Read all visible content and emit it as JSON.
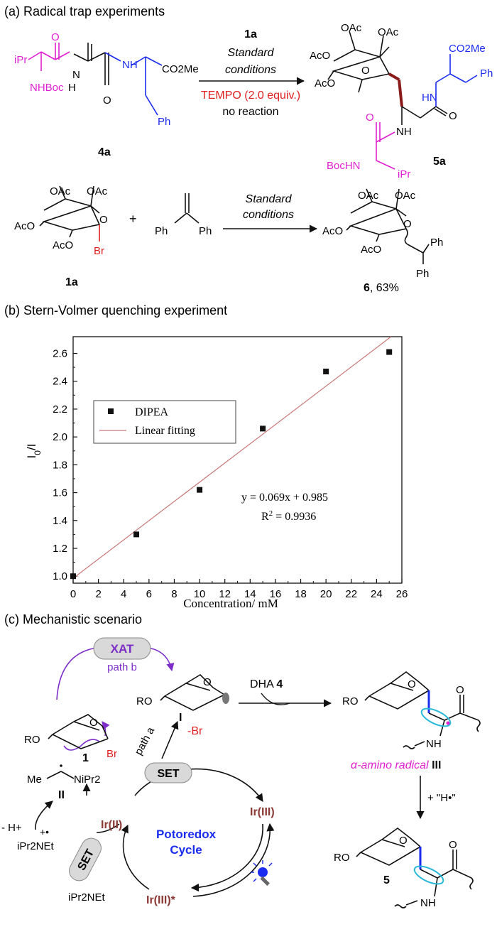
{
  "panel_a": {
    "title": "(a) Radical trap experiments",
    "r1": {
      "reactant_label": "4a",
      "reagent_label": "1a",
      "conditions_line1": "Standard",
      "conditions_line2": "conditions",
      "additive": "TEMPO (2.0 equiv.)",
      "outcome": "no reaction",
      "product_label": "5a",
      "frag_ipr": "iPr",
      "frag_nhboc": "NHBoc",
      "frag_co2me": "CO2Me",
      "frag_ph": "Ph",
      "frag_bochn": "BocHN",
      "frag_nh": "NH",
      "frag_hn": "HN",
      "frag_n": "N",
      "frag_h": "H",
      "frag_o": "O",
      "frag_oac": "OAc",
      "frag_aco": "AcO"
    },
    "r2": {
      "sugar_label": "1a",
      "plus": "+",
      "conditions_line1": "Standard",
      "conditions_line2": "conditions",
      "product_label": "6",
      "product_yield": ", 63%",
      "frag_br": "Br",
      "frag_ph": "Ph"
    }
  },
  "panel_b": {
    "title": "(b) Stern-Volmer quenching experiment"
  },
  "chart_data": {
    "type": "scatter",
    "series": [
      {
        "name": "DIPEA",
        "x": [
          0,
          5,
          10,
          15,
          20,
          25
        ],
        "y": [
          1.0,
          1.3,
          1.62,
          2.06,
          2.47,
          2.61
        ]
      }
    ],
    "fit": {
      "name": "Linear fitting",
      "slope": 0.069,
      "intercept": 0.985,
      "color": "#c87878"
    },
    "equation": "y = 0.069x + 0.985",
    "r2_label": "R",
    "r2_exp": "2",
    "r2_value": " = 0.9936",
    "xlabel": "Concentration/ mM",
    "ylabel_main": "I",
    "ylabel_sub": "0",
    "ylabel_tail": "/I",
    "xlim": [
      0,
      26
    ],
    "ylim": [
      0.95,
      2.72
    ],
    "xticks": [
      0,
      2,
      4,
      6,
      8,
      10,
      12,
      14,
      16,
      18,
      20,
      22,
      24,
      26
    ],
    "yticks": [
      1.0,
      1.2,
      1.4,
      1.6,
      1.8,
      2.0,
      2.2,
      2.4,
      2.6
    ],
    "legend_position": "top-left",
    "grid": false
  },
  "panel_c": {
    "title": "(c) Mechanistic scenario",
    "xat": "XAT",
    "path_b": "path b",
    "path_a": "path a",
    "set_top": "SET",
    "set_bottom": "SET",
    "dha": "DHA",
    "dha_num": "4",
    "minus_br": "-Br",
    "radical_I": "I",
    "label_1": "1",
    "ro": "RO",
    "br": "Br",
    "me": "Me",
    "n_ipr2": "NiPr2",
    "label_II": "II",
    "minus_h": "- H+",
    "amine_radical_cation": "iPr2NEt",
    "amine": "iPr2NEt",
    "ir_II": "Ir(II)",
    "ir_III": "Ir(III)",
    "ir_III_star": "Ir(III)*",
    "cycle_line1": "Potoredox",
    "cycle_line2": "Cycle",
    "alpha_amino": "α-amino radical",
    "label_III": "III",
    "plus_h": "+ \"H•\"",
    "label_5": "5",
    "nh": "NH",
    "o": "O",
    "colors": {
      "purple": "#7d2ec8",
      "magenta": "#e020d0",
      "blue": "#1a2cf0",
      "dark_red": "#8b3a36",
      "cyan": "#29b9d8"
    }
  }
}
